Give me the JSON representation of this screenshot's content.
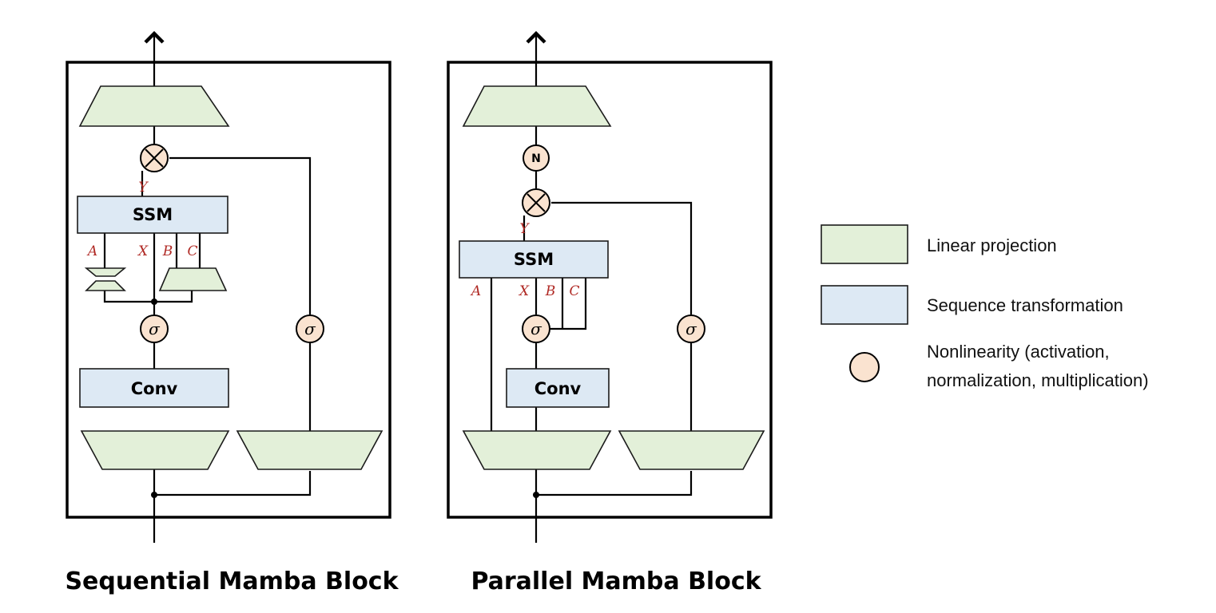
{
  "diagram": {
    "sequential": {
      "title": "Sequential Mamba Block",
      "ssm_label": "SSM",
      "conv_label": "Conv",
      "inputs": {
        "y": "Y",
        "a": "A",
        "x": "X",
        "b": "B",
        "c": "C"
      },
      "sigma": "σ"
    },
    "parallel": {
      "title": "Parallel Mamba Block",
      "ssm_label": "SSM",
      "conv_label": "Conv",
      "norm_label": "N",
      "inputs": {
        "y": "Y",
        "a": "A",
        "x": "X",
        "b": "B",
        "c": "C"
      },
      "sigma": "σ"
    }
  },
  "legend": {
    "linear_projection": "Linear projection",
    "sequence_transformation": "Sequence transformation",
    "nonlinearity_line1": "Nonlinearity (activation,",
    "nonlinearity_line2": "normalization, multiplication)"
  },
  "colors": {
    "linear_fill": "#e3f0d9",
    "sequence_fill": "#dde9f4",
    "nonlinearity_fill": "#fae3d0",
    "symbol_red": "#b02a25"
  }
}
